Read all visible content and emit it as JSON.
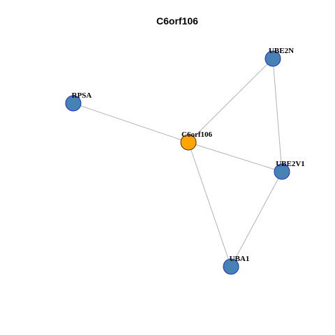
{
  "title": "C6orf106",
  "colors": {
    "hub_fill": "#FFA500",
    "hub_stroke": "#4d3300",
    "node_fill": "#4682B4",
    "node_stroke": "#1a2fd0",
    "edge": "#b3b3b3"
  },
  "nodes": [
    {
      "id": "C6orf106",
      "label": "C6orf106",
      "role": "hub"
    },
    {
      "id": "UBE2N",
      "label": "UBE2N",
      "role": "neighbor"
    },
    {
      "id": "RPSA",
      "label": "RPSA",
      "role": "neighbor"
    },
    {
      "id": "UBE2V1",
      "label": "UBE2V1",
      "role": "neighbor"
    },
    {
      "id": "UBA1",
      "label": "UBA1",
      "role": "neighbor"
    }
  ],
  "edges": [
    {
      "source": "C6orf106",
      "target": "UBE2N"
    },
    {
      "source": "C6orf106",
      "target": "RPSA"
    },
    {
      "source": "C6orf106",
      "target": "UBE2V1"
    },
    {
      "source": "C6orf106",
      "target": "UBA1"
    },
    {
      "source": "UBE2N",
      "target": "UBE2V1"
    },
    {
      "source": "UBE2V1",
      "target": "UBA1"
    }
  ]
}
